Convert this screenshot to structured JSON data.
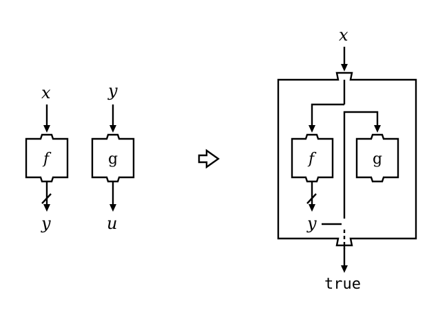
{
  "left": {
    "box_f": {
      "input": "x",
      "label": "f",
      "output": "y"
    },
    "box_g": {
      "input": "y",
      "label": "g",
      "output": "u"
    }
  },
  "right": {
    "outer_input": "x",
    "box_f": {
      "label": "f"
    },
    "box_g": {
      "label": "g"
    },
    "inner_output": "y",
    "outer_output": "true"
  },
  "icons": {
    "transform_arrow": "hollow-right-arrow-icon",
    "discard_marker": "slash-mark-icon"
  }
}
